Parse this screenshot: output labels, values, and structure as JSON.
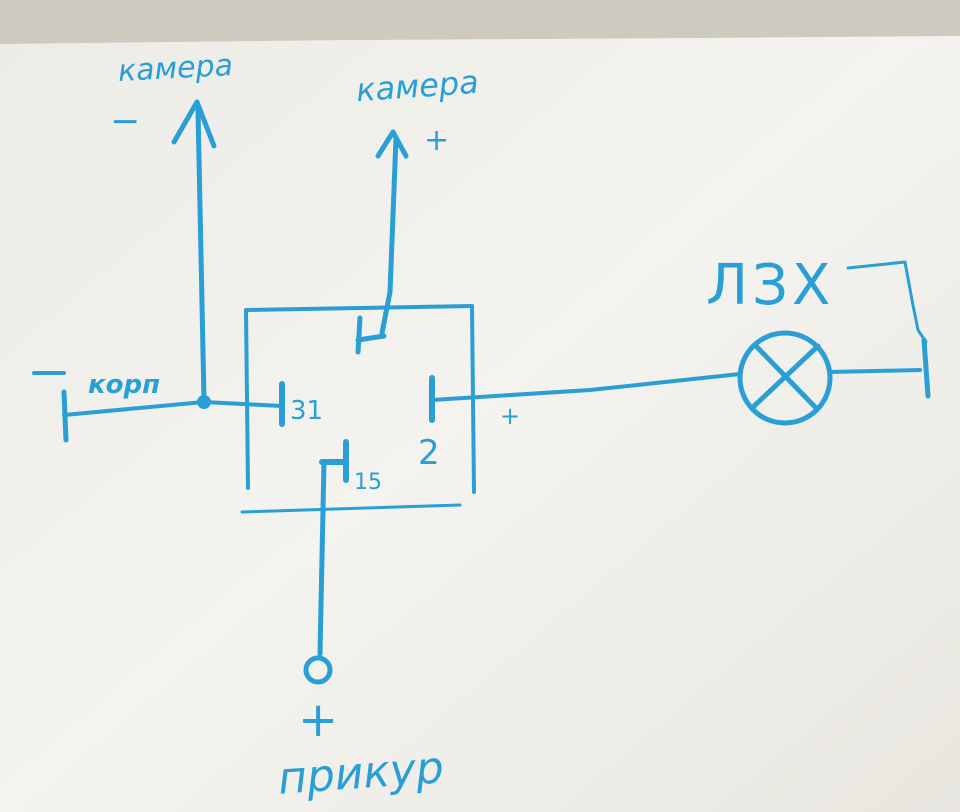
{
  "colors": {
    "ink": "#2a9fd6",
    "paper": "#f3f2ee",
    "paper_shadow": "#d7d4cc",
    "top_edge": "#cfcac0"
  },
  "labels": {
    "camera_minus_title": "камера",
    "camera_minus_sign": "−",
    "camera_plus_title": "камера",
    "camera_plus_sign": "+",
    "ground_minus_sign": "−",
    "ground_label": "корп",
    "pin_31": "31",
    "pin_2": "2",
    "pin_15": "15",
    "pin_2_plus": "+",
    "lamp_label": "ЛЗХ",
    "lighter_plus": "+",
    "lighter_label": "прикур"
  }
}
